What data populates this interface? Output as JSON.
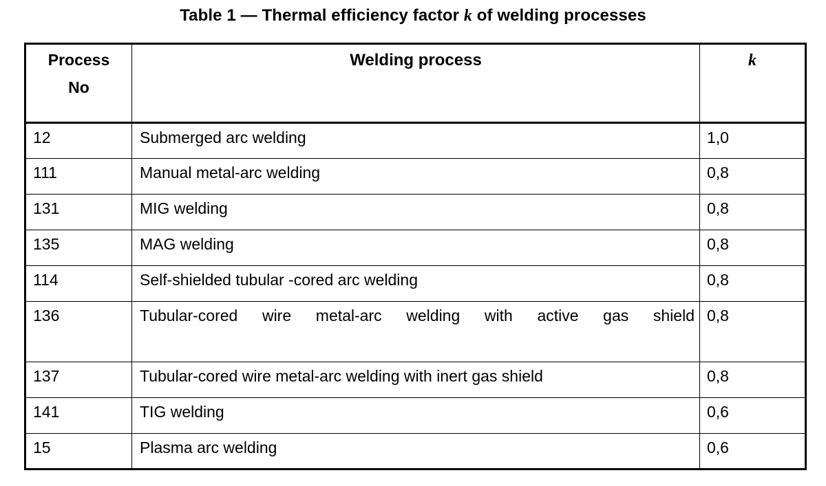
{
  "caption": {
    "prefix": "Table 1 — Thermal efficiency factor ",
    "symbol": "k",
    "suffix": " of welding processes"
  },
  "table": {
    "headers": {
      "process_no_line1": "Process",
      "process_no_line2": "No",
      "welding_process": "Welding process",
      "k": "k"
    },
    "rows": [
      {
        "no": "12",
        "process": "Submerged arc welding",
        "k": "1,0"
      },
      {
        "no": "111",
        "process": "Manual metal-arc welding",
        "k": "0,8"
      },
      {
        "no": "131",
        "process": "MIG welding",
        "k": "0,8"
      },
      {
        "no": "135",
        "process": "MAG welding",
        "k": "0,8"
      },
      {
        "no": "114",
        "process": "Self-shielded tubular -cored arc welding",
        "k": "0,8"
      },
      {
        "no": "136",
        "process": "Tubular-cored wire metal-arc welding with active gas shield",
        "k": "0,8"
      },
      {
        "no": "137",
        "process": "Tubular-cored wire metal-arc welding with inert gas shield",
        "k": "0,8"
      },
      {
        "no": "141",
        "process": "TIG welding",
        "k": "0,6"
      },
      {
        "no": "15",
        "process": "Plasma arc welding",
        "k": "0,6"
      }
    ]
  },
  "colors": {
    "text": "#000000",
    "background": "#ffffff",
    "border": "#000000"
  }
}
